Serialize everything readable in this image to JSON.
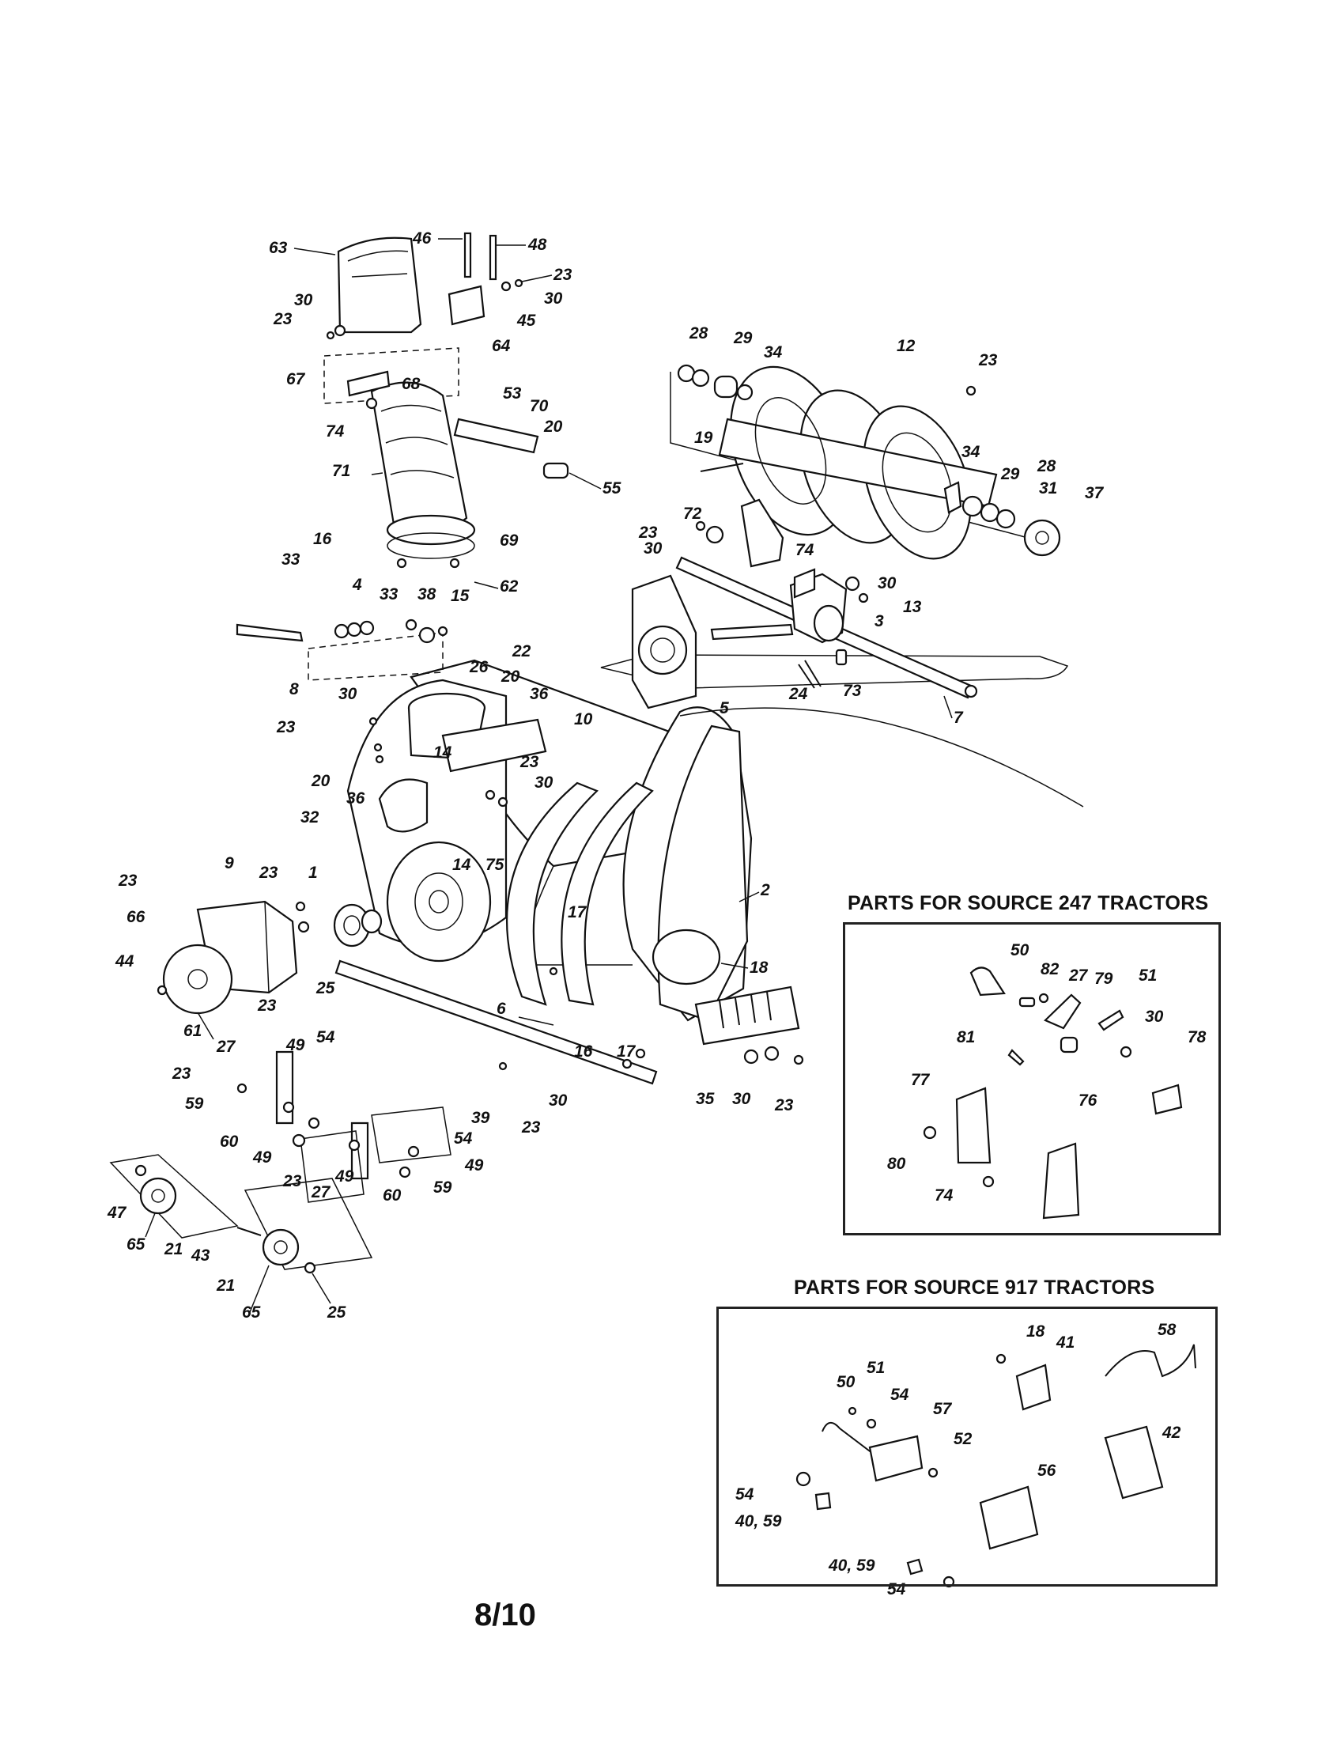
{
  "page": {
    "page_number": "8/10"
  },
  "insets": {
    "source_247": {
      "title": "PARTS FOR SOURCE 247 TRACTORS",
      "callouts": [
        "50",
        "82",
        "27",
        "79",
        "51",
        "30",
        "81",
        "78",
        "77",
        "76",
        "80",
        "74"
      ]
    },
    "source_917": {
      "title": "PARTS FOR SOURCE 917 TRACTORS",
      "callouts": [
        "18",
        "41",
        "58",
        "51",
        "50",
        "54",
        "57",
        "52",
        "42",
        "56",
        "54",
        "40, 59",
        "40, 59",
        "54"
      ]
    }
  },
  "main_callouts": {
    "chute": [
      "63",
      "46",
      "48",
      "23",
      "30",
      "30",
      "23",
      "45",
      "64",
      "67",
      "68",
      "74",
      "71",
      "53",
      "70",
      "20",
      "55",
      "69",
      "62"
    ],
    "auger": [
      "28",
      "29",
      "34",
      "12",
      "23",
      "19",
      "34",
      "29",
      "28",
      "31",
      "37",
      "72",
      "23",
      "30",
      "74",
      "30",
      "13",
      "3",
      "73",
      "24",
      "5",
      "7"
    ],
    "housing": [
      "16",
      "33",
      "4",
      "33",
      "38",
      "15",
      "8",
      "26",
      "22",
      "20",
      "36",
      "10",
      "30",
      "23",
      "14",
      "20",
      "36",
      "23",
      "30",
      "32",
      "14",
      "75",
      "2",
      "9",
      "23",
      "1",
      "23",
      "66",
      "44",
      "23",
      "25",
      "61",
      "17",
      "18",
      "6",
      "27",
      "49",
      "54",
      "23",
      "59",
      "60",
      "49",
      "16",
      "17",
      "30",
      "23",
      "35",
      "30",
      "23",
      "39",
      "54",
      "49",
      "59",
      "23",
      "27",
      "49",
      "60",
      "47",
      "65",
      "21",
      "43",
      "21",
      "65",
      "25"
    ]
  }
}
